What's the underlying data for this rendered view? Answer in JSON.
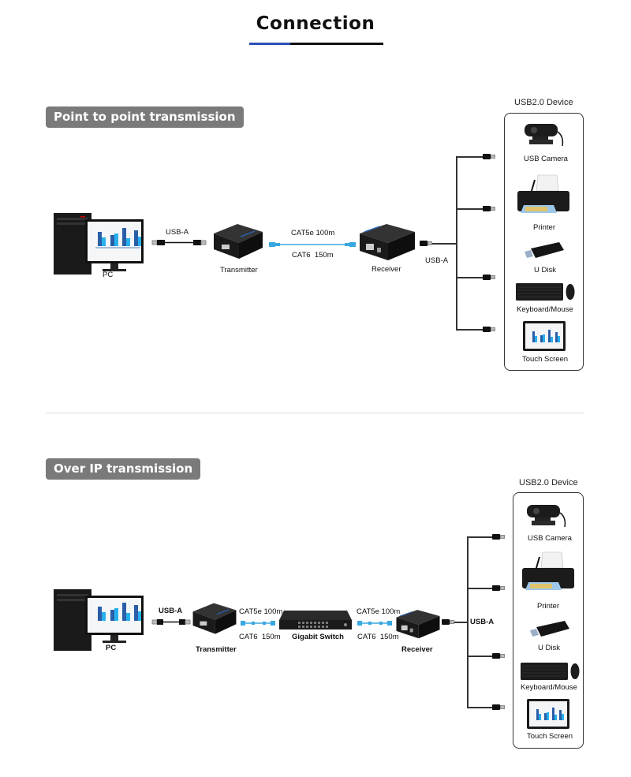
{
  "header": {
    "title": "Connection",
    "accent_color": "#2a4fb7"
  },
  "sections": [
    {
      "heading": "Point to point transmission",
      "pc_label": "PC",
      "usb_link_label": "USB-A",
      "transmitter_label": "Transmitter",
      "cable_top_label": "CAT5e 100m",
      "cable_bottom_label": "CAT6  150m",
      "receiver_label": "Receiver",
      "receiver_usb_label": "USB-A",
      "device_group_title": "USB2.0 Device",
      "devices": [
        {
          "label": "USB Camera",
          "icon": "webcam-icon"
        },
        {
          "label": "Printer",
          "icon": "printer-icon"
        },
        {
          "label": "U Disk",
          "icon": "usb-flash-drive-icon"
        },
        {
          "label": "Keyboard/Mouse",
          "icon": "keyboard-mouse-icon"
        },
        {
          "label": "Touch Screen",
          "icon": "tablet-icon"
        }
      ]
    },
    {
      "heading": "Over IP transmission",
      "pc_label": "PC",
      "usb_link_label": "USB-A",
      "transmitter_label": "Transmitter",
      "cable1_top_label": "CAT5e 100m",
      "cable1_bottom_label": "CAT6  150m",
      "switch_label": "Gigabit Switch",
      "cable2_top_label": "CAT5e 100m",
      "cable2_bottom_label": "CAT6  150m",
      "receiver_label": "Receiver",
      "receiver_usb_label": "USB-A",
      "device_group_title": "USB2.0 Device",
      "devices": [
        {
          "label": "USB Camera",
          "icon": "webcam-icon"
        },
        {
          "label": "Printer",
          "icon": "printer-icon"
        },
        {
          "label": "U Disk",
          "icon": "usb-flash-drive-icon"
        },
        {
          "label": "Keyboard/Mouse",
          "icon": "keyboard-mouse-icon"
        },
        {
          "label": "Touch Screen",
          "icon": "tablet-icon"
        }
      ]
    }
  ],
  "colors": {
    "pill_bg": "#7a7a7a",
    "cable_blue": "#3aa8e0",
    "chart_blue_dark": "#2a5ea8",
    "chart_blue_light": "#26b0ec"
  }
}
